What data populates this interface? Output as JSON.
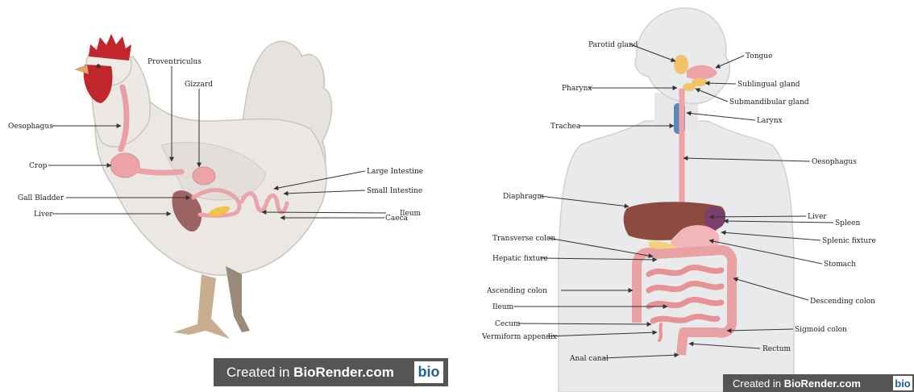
{
  "chicken": {
    "labels": {
      "oesophagus": "Oesophagus",
      "crop": "Crop",
      "gall_bladder": "Gall Bladder",
      "liver": "Liver",
      "proventriculus": "Proventriculus",
      "gizzard": "Gizzard",
      "large_intestine": "Large Intestine",
      "small_intestine": "Small Intestine",
      "ileum": "Ileum",
      "caeca": "Caeca"
    }
  },
  "human": {
    "labels": {
      "parotid_gland": "Parotid gland",
      "tongue": "Tongue",
      "pharynx": "Pharynx",
      "sublingual_gland": "Sublingual gland",
      "submandibular_gland": "Submandibular gland",
      "trachea": "Trachea",
      "larynx": "Larynx",
      "oesophagus": "Oesophagus",
      "diaphragm": "Diaphragm",
      "liver": "Liver",
      "spleen": "Spleen",
      "transverse_colon": "Transverse colon",
      "splenic_fixture": "Splenic fixture",
      "hepatic_fixture": "Hepatic fixture",
      "stomach": "Stomach",
      "ascending_colon": "Ascending colon",
      "descending_colon": "Descending colon",
      "ileum": "Ileum",
      "cecum": "Cecum",
      "sigmoid_colon": "Sigmoid colon",
      "vermiform_appendix": "Vermiform appendix",
      "rectum": "Rectum",
      "anal_canal": "Anal canal"
    }
  },
  "watermark": {
    "prefix": "Created in ",
    "brand": "BioRender.com",
    "logo": "bio"
  }
}
